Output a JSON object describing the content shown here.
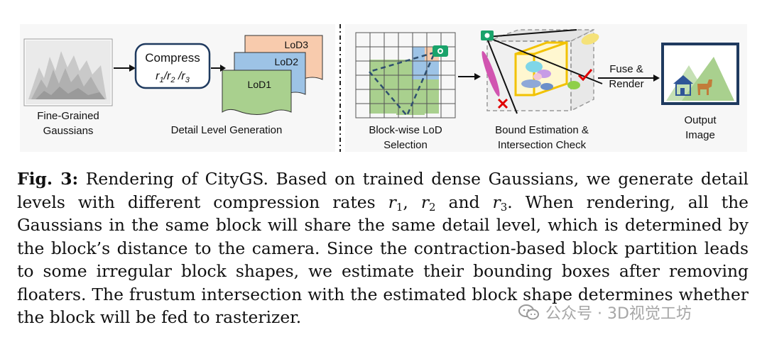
{
  "figure": {
    "left_panel": {
      "fine_grained_label_line1": "Fine-Grained",
      "fine_grained_label_line2": "Gaussians",
      "compress_label": "Compress",
      "compress_rates": "r1/r2 /r3",
      "lod_labels": [
        "LoD3",
        "LoD2",
        "LoD1"
      ],
      "detail_level_label": "Detail Level Generation"
    },
    "right_panel": {
      "block_selection_line1": "Block-wise LoD",
      "block_selection_line2": "Selection",
      "bound_estimation_line1": "Bound Estimation &",
      "bound_estimation_line2": "Intersection Check",
      "fuse_label_line1": "Fuse &",
      "fuse_label_line2": "Render",
      "output_label_line1": "Output",
      "output_label_line2": "Image"
    },
    "colors": {
      "lod1": "#a9d08e",
      "lod2": "#9dc3e6",
      "lod3": "#f8cbad",
      "camera": "#1aa36b",
      "bbox": "#f2c200",
      "check": "#e00000",
      "cross": "#e00000",
      "frustum": "#2f4f6f"
    }
  },
  "caption": {
    "label": "Fig. 3:",
    "text_part1": " Rendering of CityGS. Based on trained dense Gaussians, we generate detail levels with different compression rates ",
    "r1": "r",
    "r1_sub": "1",
    "sep1": ", ",
    "r2": "r",
    "r2_sub": "2",
    "and": " and ",
    "r3": "r",
    "r3_sub": "3",
    "text_part2": ". When rendering, all the Gaussians in the same block will share the same detail level, which is determined by the block’s distance to the camera. Since the contraction-based block partition leads to some irregular block shapes, we estimate their bounding boxes after removing floaters. The frustum intersection with the estimated block shape determines whether the block will be fed to rasterizer."
  },
  "watermark": {
    "text": "公众号 · 3D视觉工坊"
  }
}
